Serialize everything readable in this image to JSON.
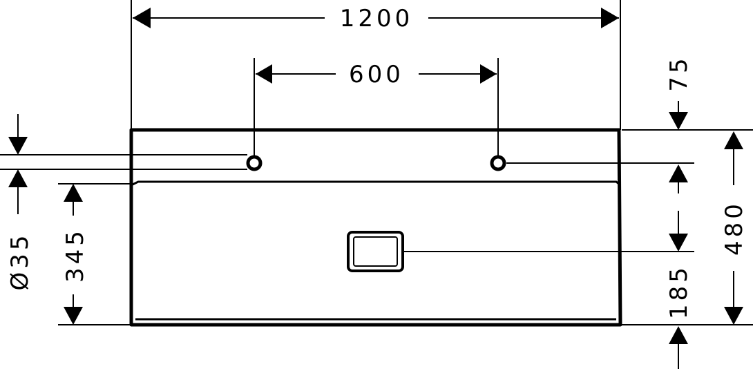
{
  "dimensions": {
    "overall_width": "1200",
    "hole_spacing": "600",
    "top_to_hole": "75",
    "overall_height": "480",
    "hole_to_overflow": "185",
    "hole_diameter": "Ø35",
    "front_height": "345"
  }
}
